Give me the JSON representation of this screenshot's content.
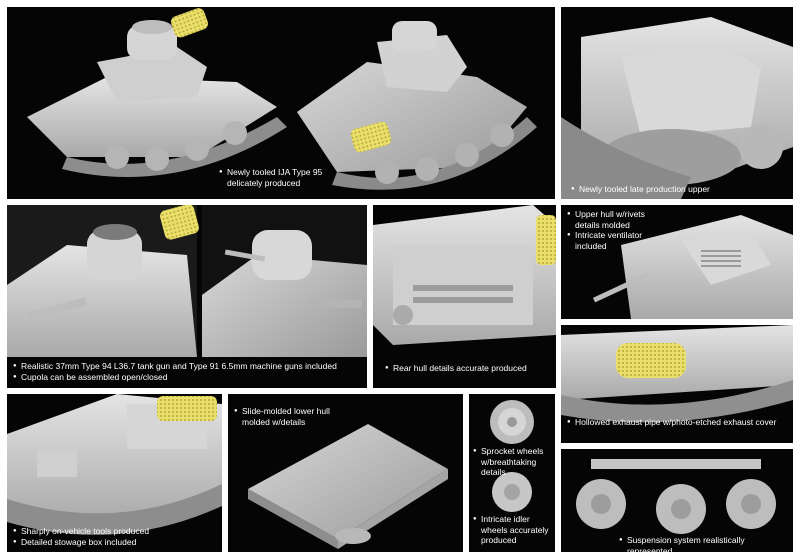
{
  "colors": {
    "background": "#050505",
    "model_gray": "#c9c9c9",
    "photo_etch": "#e9df6a",
    "caption_text": "#ffffff"
  },
  "panels": {
    "p1": {
      "captions": [
        "Newly tooled IJA Type 95 delicately produced"
      ]
    },
    "p2": {
      "captions": [
        "Newly tooled late production upper"
      ]
    },
    "p3": {
      "captions": [
        "Realistic 37mm Type 94 L36.7 tank gun and Type 91 6.5mm machine guns included",
        "Cupola can be assembled open/closed"
      ]
    },
    "p4": {
      "captions": [
        "Rear hull details accurate produced"
      ]
    },
    "p5": {
      "captions": [
        "Upper hull w/rivets details molded",
        "Intricate ventilator included"
      ]
    },
    "p6": {
      "captions": [
        "Hollowed exhaust pipe w/photo-etched exhaust cover"
      ]
    },
    "p7": {
      "captions": [
        "Sharply on-vehicle tools produced",
        "Detailed stowage box included"
      ]
    },
    "p8": {
      "captions": [
        "Slide-molded lower hull molded w/details"
      ]
    },
    "p9": {
      "captions": [
        "Sprocket wheels w/breathtaking details",
        "Intricate idler wheels accurately produced"
      ]
    },
    "p10": {
      "captions": [
        "Suspension system realistically represented"
      ]
    }
  }
}
